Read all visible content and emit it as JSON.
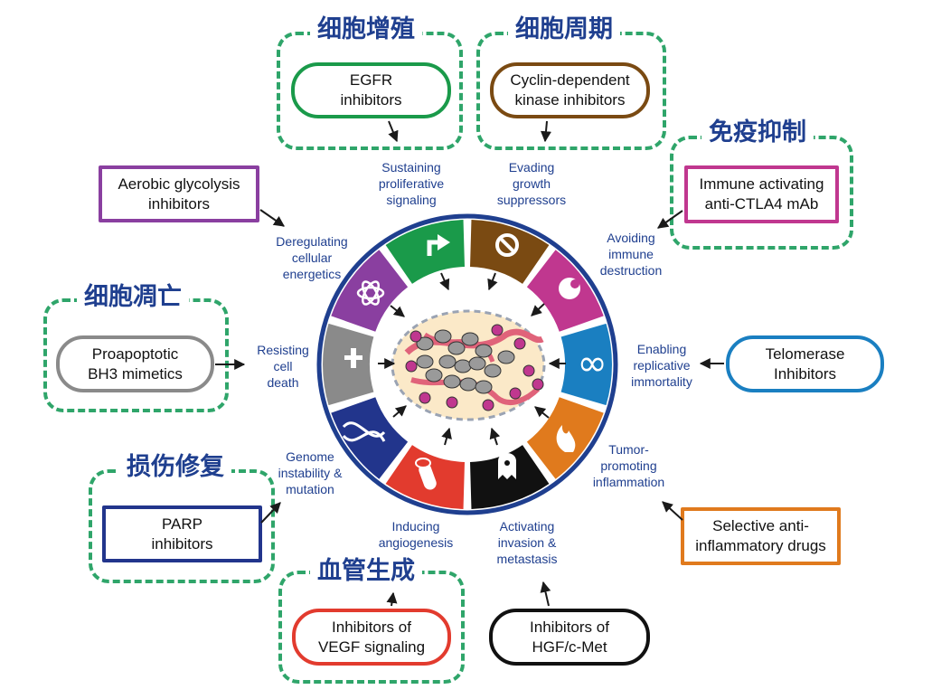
{
  "categories": {
    "proliferation": "细胞增殖",
    "cycle": "细胞周期",
    "immune": "免疫抑制",
    "apoptosis": "细胞凋亡",
    "damage": "损伤修复",
    "angiogenesis": "血管生成"
  },
  "drugs": {
    "egfr": "EGFR\ninhibitors",
    "cdk": "Cyclin-dependent\nkinase inhibitors",
    "ctla4": "Immune activating\nanti-CTLA4 mAb",
    "glycolysis": "Aerobic glycolysis\ninhibitors",
    "bh3": "Proapoptotic\nBH3 mimetics",
    "telomerase": "Telomerase\nInhibitors",
    "parp": "PARP\ninhibitors",
    "antiinflam": "Selective anti-\ninflammatory drugs",
    "vegf": "Inhibitors of\nVEGF signaling",
    "hgf": "Inhibitors of\nHGF/c-Met"
  },
  "hallmarks": {
    "proliferative": "Sustaining\nproliferative\nsignaling",
    "growth": "Evading\ngrowth\nsuppressors",
    "immune": "Avoiding\nimmune\ndestruction",
    "replicative": "Enabling\nreplicative\nimmortality",
    "inflammation": "Tumor-\npromoting\ninflammation",
    "invasion": "Activating\ninvasion &\nmetastasis",
    "angiogenesis": "Inducing\nangiogenesis",
    "genome": "Genome\ninstability &\nmutation",
    "death": "Resisting\ncell\ndeath",
    "energetics": "Deregulating\ncellular\nenergetics"
  },
  "colors": {
    "dashed": "#2fa56a",
    "ring": "#1f3f8f",
    "text_blue": "#1f3f8f",
    "green": "#1a9a4a",
    "brown": "#7a4a12",
    "magenta": "#c0378f",
    "blue": "#1a7fc1",
    "orange": "#e07a1d",
    "black": "#111111",
    "red": "#e23b2e",
    "navy": "#22358c",
    "gray": "#8a8a8a",
    "purple": "#8a3fa0"
  }
}
